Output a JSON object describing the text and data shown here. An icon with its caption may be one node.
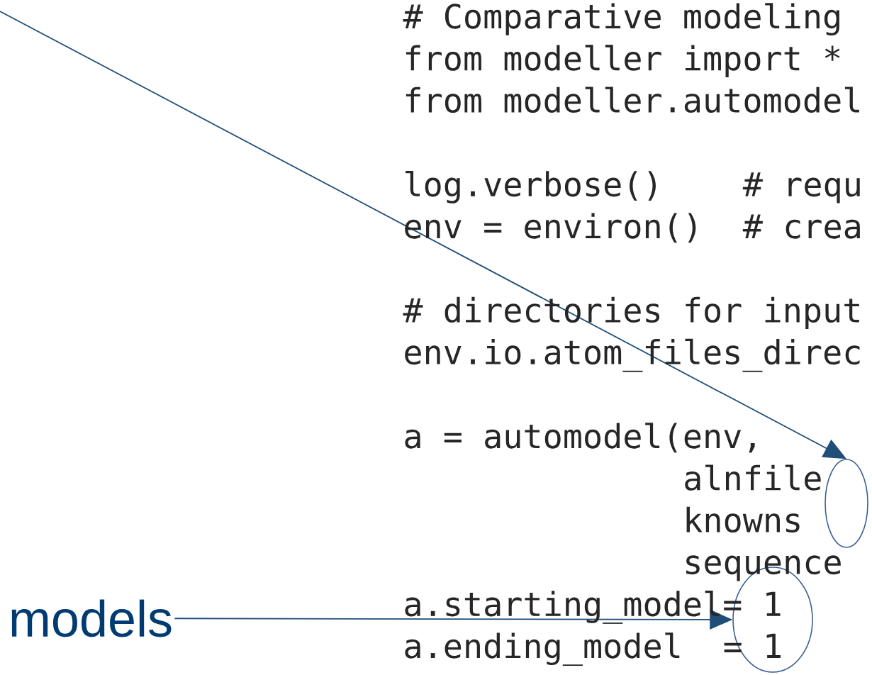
{
  "diagram": {
    "nodes": [
      {
        "text": [
          "models"
        ]
      },
      {
        "text": [],
        "shape": "ellipse"
      },
      {
        "text": [],
        "shape": "ellipse"
      }
    ],
    "edges": [
      {
        "from": 0,
        "to": 1,
        "arrow": "to"
      },
      {
        "from": null,
        "to": 2,
        "arrow": "to"
      }
    ],
    "labels": [
      "# Comparative modeling",
      "from modeller import *",
      "from modeller.automodel",
      "log.verbose()",
      "# requ",
      "env = environ()",
      "# crea",
      "# directories for input",
      "env.io.atom_files_direc",
      "a = automodel(env,",
      "alnfile",
      "knowns",
      "sequence",
      "a.starting_model= 1",
      "a.ending_model",
      "= 1"
    ]
  }
}
